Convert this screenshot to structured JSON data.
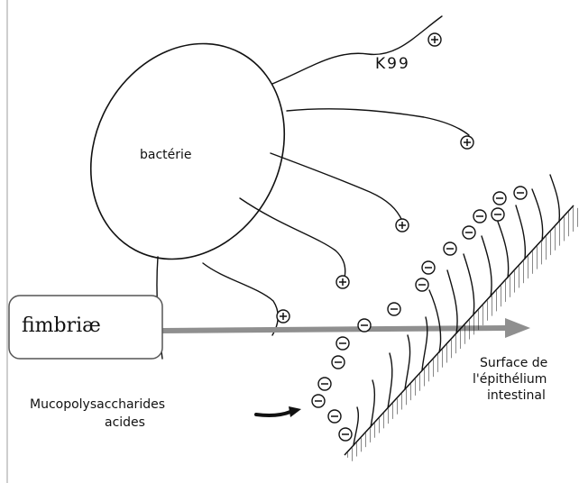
{
  "labels": {
    "bacterium": "bactérie",
    "strain": "K99",
    "fimbriae": "fimbriæ",
    "mucopoly_line1": "Mucopolysaccharides",
    "mucopoly_line2": "acides",
    "surface_line1": "Surface de",
    "surface_line2": "l'épithélium",
    "surface_line3": "intestinal"
  },
  "charges": {
    "positive_symbol": "+",
    "negative_symbol": "−"
  },
  "colors": {
    "arrow": "#8f8f8f",
    "ink": "#111111"
  }
}
